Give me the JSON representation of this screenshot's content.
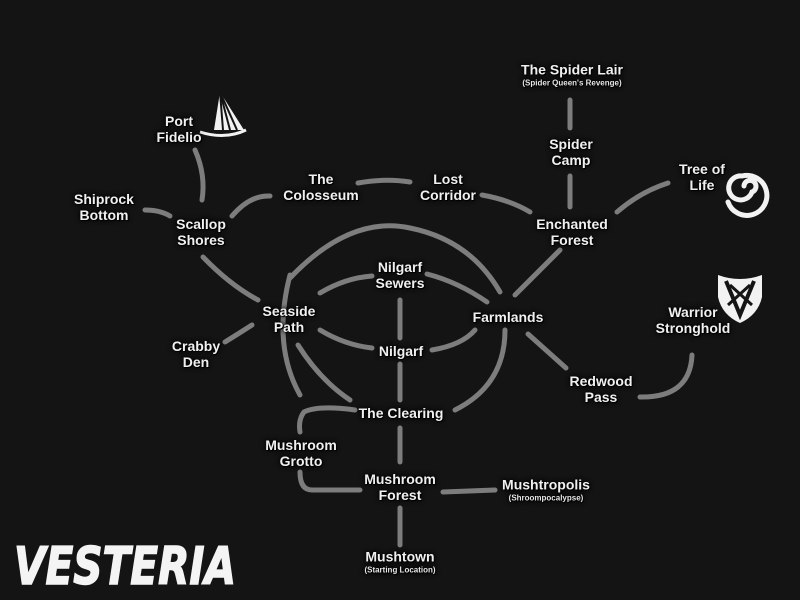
{
  "map": {
    "logo": "VESTERIA",
    "locations": {
      "spider_lair": {
        "line1": "The Spider Lair",
        "sub": "(Spider Queen's Revenge)"
      },
      "spider_camp": {
        "line1": "Spider",
        "line2": "Camp"
      },
      "port_fidelio": {
        "line1": "Port",
        "line2": "Fidelio"
      },
      "tree_of_life": {
        "line1": "Tree of",
        "line2": "Life"
      },
      "the_colosseum": {
        "line1": "The",
        "line2": "Colosseum"
      },
      "lost_corridor": {
        "line1": "Lost",
        "line2": "Corridor"
      },
      "shiprock_bottom": {
        "line1": "Shiprock",
        "line2": "Bottom"
      },
      "scallop_shores": {
        "line1": "Scallop",
        "line2": "Shores"
      },
      "enchanted_forest": {
        "line1": "Enchanted",
        "line2": "Forest"
      },
      "nilgarf_sewers": {
        "line1": "Nilgarf",
        "line2": "Sewers"
      },
      "warrior_stronghold": {
        "line1": "Warrior",
        "line2": "Stronghold"
      },
      "seaside_path": {
        "line1": "Seaside",
        "line2": "Path"
      },
      "farmlands": {
        "line1": "Farmlands"
      },
      "crabby_den": {
        "line1": "Crabby",
        "line2": "Den"
      },
      "nilgarf": {
        "line1": "Nilgarf"
      },
      "redwood_pass": {
        "line1": "Redwood",
        "line2": "Pass"
      },
      "the_clearing": {
        "line1": "The Clearing"
      },
      "mushroom_grotto": {
        "line1": "Mushroom",
        "line2": "Grotto"
      },
      "mushroom_forest": {
        "line1": "Mushroom",
        "line2": "Forest"
      },
      "mushtropolis": {
        "line1": "Mushtropolis",
        "sub": "(Shroompocalypse)"
      },
      "mushtown": {
        "line1": "Mushtown",
        "sub": "(Starting Location)"
      }
    }
  }
}
